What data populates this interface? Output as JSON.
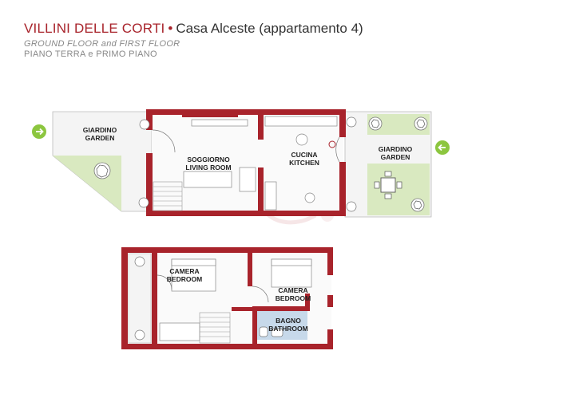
{
  "header": {
    "brand": "VILLINI DELLE CORTI",
    "bullet": "•",
    "unit": "Casa Alceste (appartamento 4)",
    "subtitle_en": "GROUND FLOOR and FIRST FLOOR",
    "subtitle_it": "PIANO TERRA e PRIMO PIANO"
  },
  "colors": {
    "wall": "#a8232b",
    "garden": "#d9e9c0",
    "bathroom": "#c7d9ea",
    "accent": "#a8232b",
    "arrow": "#8cc63f"
  },
  "ground_floor": {
    "rooms": [
      {
        "id": "garden-left",
        "it": "GIARDINO",
        "en": "GARDEN"
      },
      {
        "id": "living",
        "it": "SOGGIORNO",
        "en": "LIVING ROOM"
      },
      {
        "id": "kitchen",
        "it": "CUCINA",
        "en": "KITCHEN"
      },
      {
        "id": "garden-right",
        "it": "GIARDINO",
        "en": "GARDEN"
      }
    ]
  },
  "first_floor": {
    "rooms": [
      {
        "id": "bedroom-1",
        "it": "CAMERA",
        "en": "BEDROOM"
      },
      {
        "id": "bedroom-2",
        "it": "CAMERA",
        "en": "BEDROOM"
      },
      {
        "id": "bathroom",
        "it": "BAGNO",
        "en": "BATHROOM"
      }
    ]
  }
}
